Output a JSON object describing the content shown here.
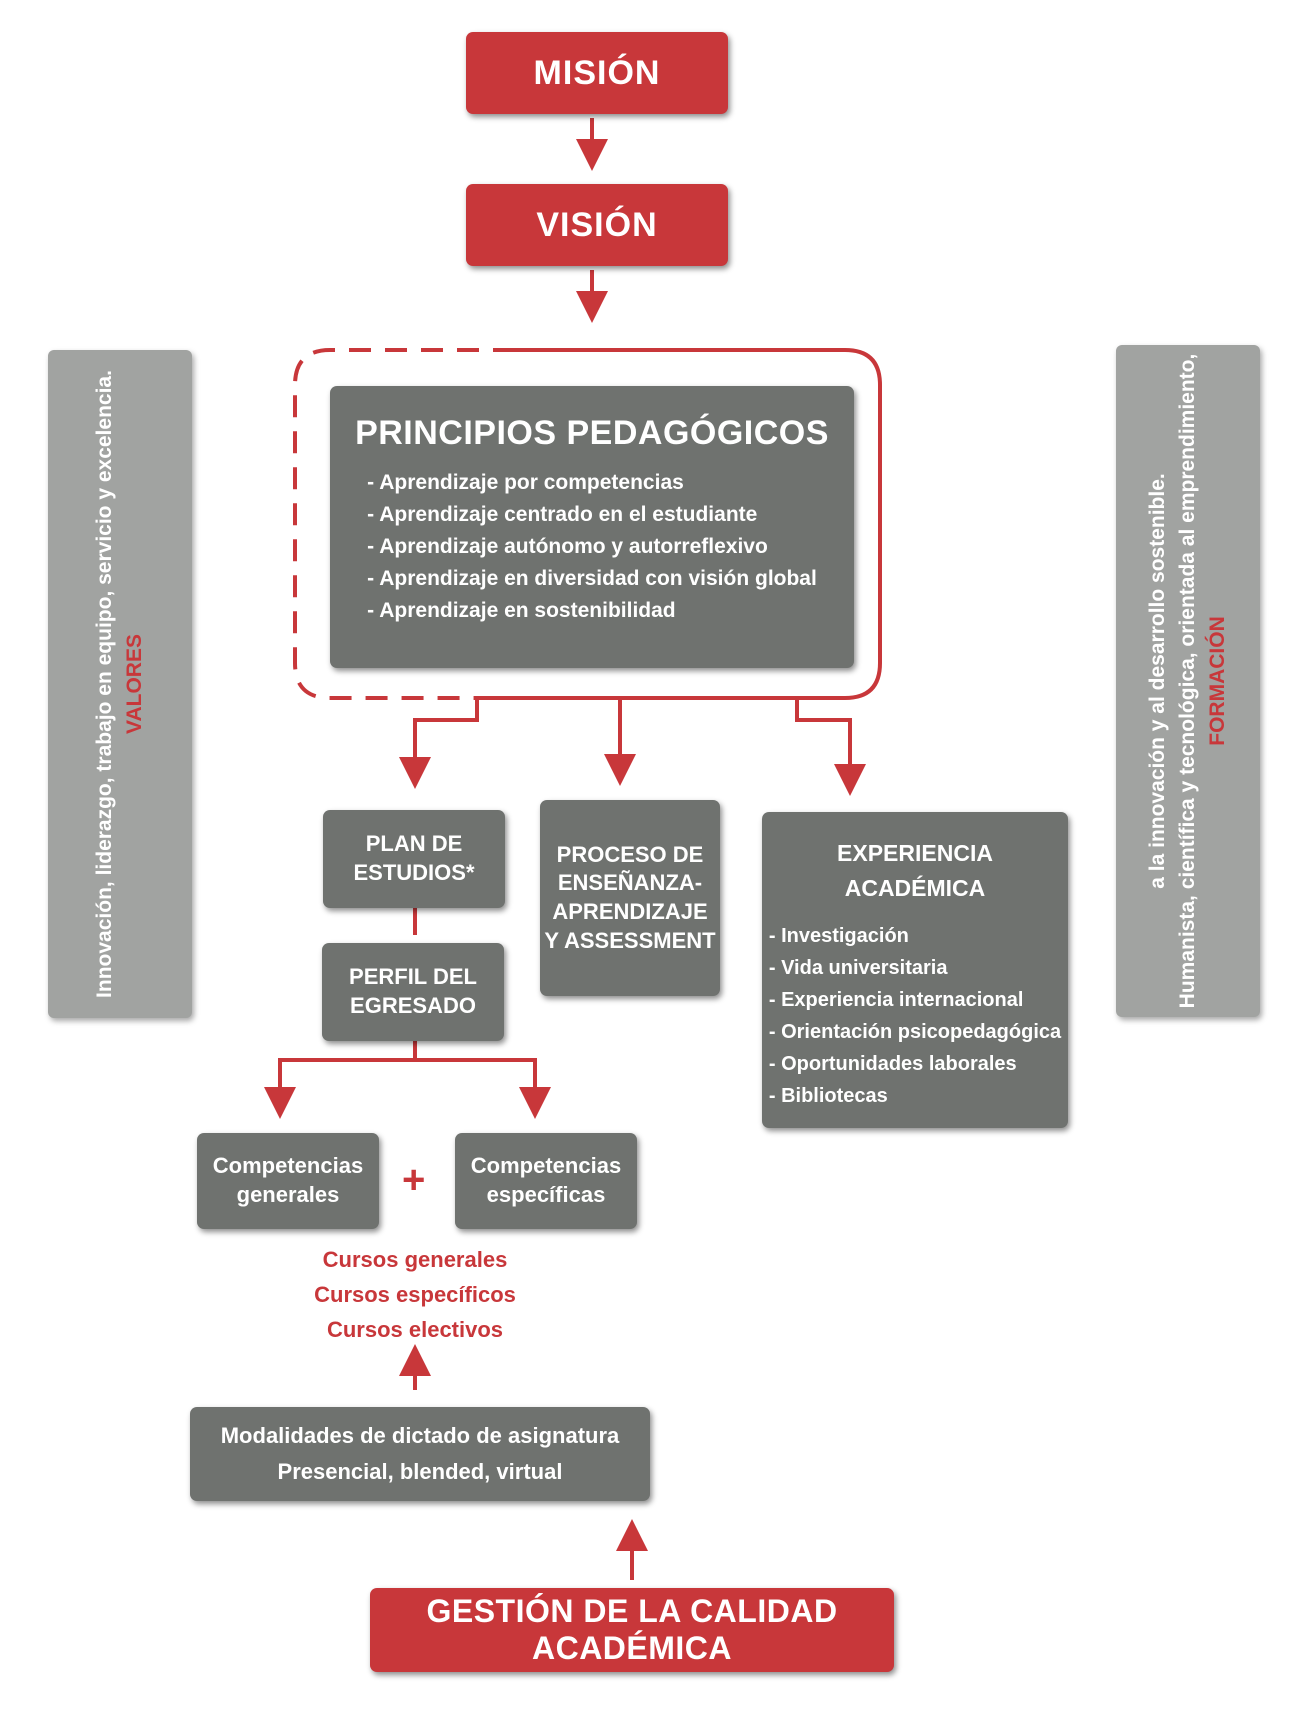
{
  "mision": "MISIÓN",
  "vision": "VISIÓN",
  "principios": {
    "title": "PRINCIPIOS PEDAGÓGICOS",
    "items": [
      "- Aprendizaje por competencias",
      "- Aprendizaje centrado en el estudiante",
      "- Aprendizaje autónomo y autorreflexivo",
      "- Aprendizaje en diversidad con visión global",
      "- Aprendizaje en sostenibilidad"
    ]
  },
  "valores": {
    "title": "VALORES",
    "text": "Innovación, liderazgo, trabajo en equipo, servicio y excelencia."
  },
  "formacion": {
    "title": "FORMACIÓN",
    "lines": [
      "Humanista, científica y tecnológica, orientada al emprendimiento,",
      "a la innovación y al desarrollo sostenible."
    ]
  },
  "plan": [
    "PLAN DE",
    "ESTUDIOS*"
  ],
  "proceso": [
    "PROCESO DE",
    "ENSEÑANZA-",
    "APRENDIZAJE",
    "Y ASSESSMENT"
  ],
  "experiencia": {
    "title": [
      "EXPERIENCIA",
      "ACADÉMICA"
    ],
    "items": [
      "- Investigación",
      "- Vida universitaria",
      "- Experiencia internacional",
      "- Orientación psicopedagógica",
      "- Oportunidades laborales",
      "- Bibliotecas"
    ]
  },
  "perfil": [
    "PERFIL DEL",
    "EGRESADO"
  ],
  "comp_generales": [
    "Competencias",
    "generales"
  ],
  "comp_especificas": [
    "Competencias",
    "específicas"
  ],
  "plus": "+",
  "cursos": [
    "Cursos generales",
    "Cursos específicos",
    "Cursos electivos"
  ],
  "modalidades": [
    "Modalidades de dictado de asignatura",
    "Presencial, blended, virtual"
  ],
  "gestion": "GESTIÓN DE LA CALIDAD ACADÉMICA",
  "colors": {
    "red": "#c8373a",
    "gray": "#6f726f",
    "light_gray": "#a1a3a1"
  }
}
